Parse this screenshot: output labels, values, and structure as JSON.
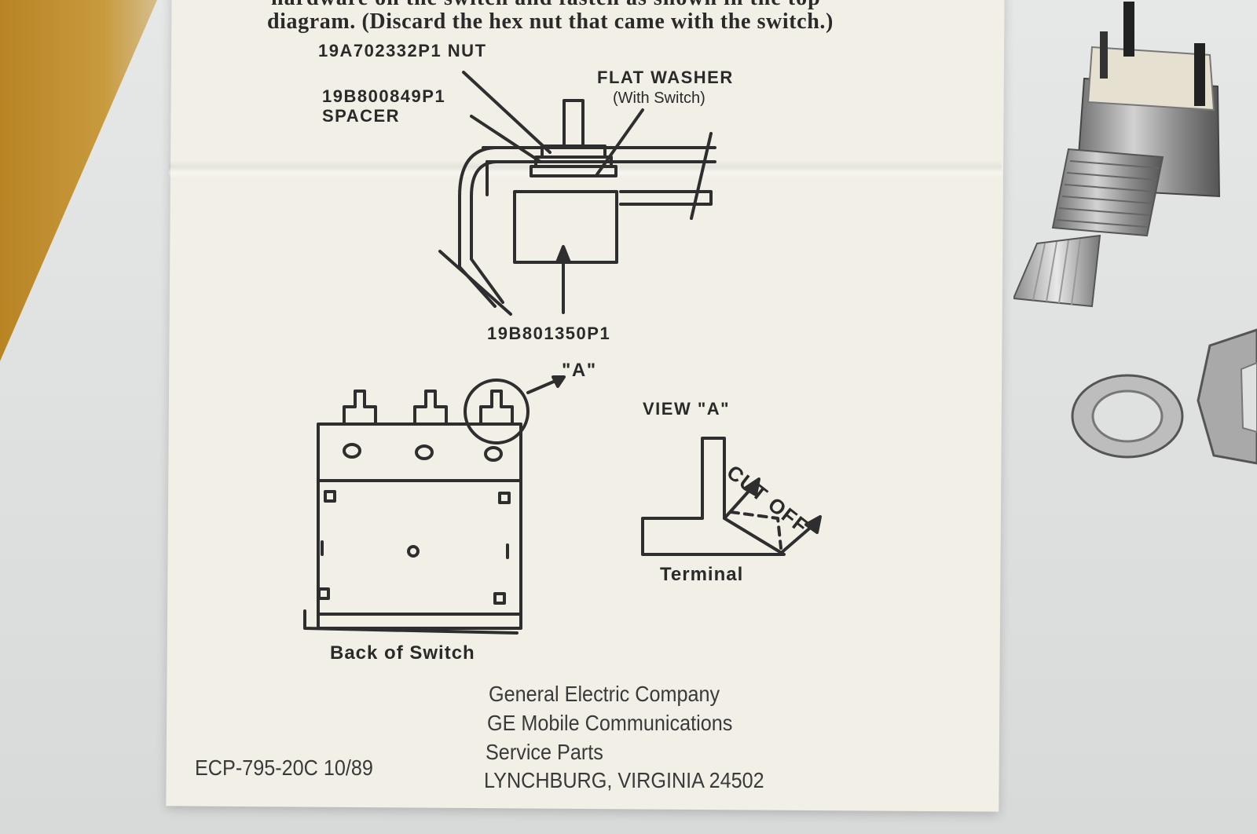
{
  "instructions": {
    "line1": "hardware on the switch and fasten as shown in the top",
    "line2": "diagram. (Discard the hex nut that came with the switch.)"
  },
  "labels": {
    "nut": "19A702332P1 NUT",
    "spacer_part": "19B800849P1",
    "spacer_name": "SPACER",
    "washer": "FLAT WASHER",
    "washer_note": "(With Switch)",
    "bracket": "19B801350P1",
    "callout": "\"A\"",
    "view_a": "VIEW \"A\"",
    "cut_off": "CUT OFF",
    "terminal": "Terminal",
    "back_of_switch": "Back of Switch"
  },
  "footer": {
    "doc_number": "ECP-795-20C  10/89",
    "company": "General Electric Company",
    "division": "GE Mobile Communications",
    "dept": "Service Parts",
    "address": "LYNCHBURG, VIRGINIA   24502"
  },
  "colors": {
    "paper": "#f1efe6",
    "ink": "#2a2a2a",
    "envelope": "#c89a3e",
    "background": "#dfe1e1"
  }
}
